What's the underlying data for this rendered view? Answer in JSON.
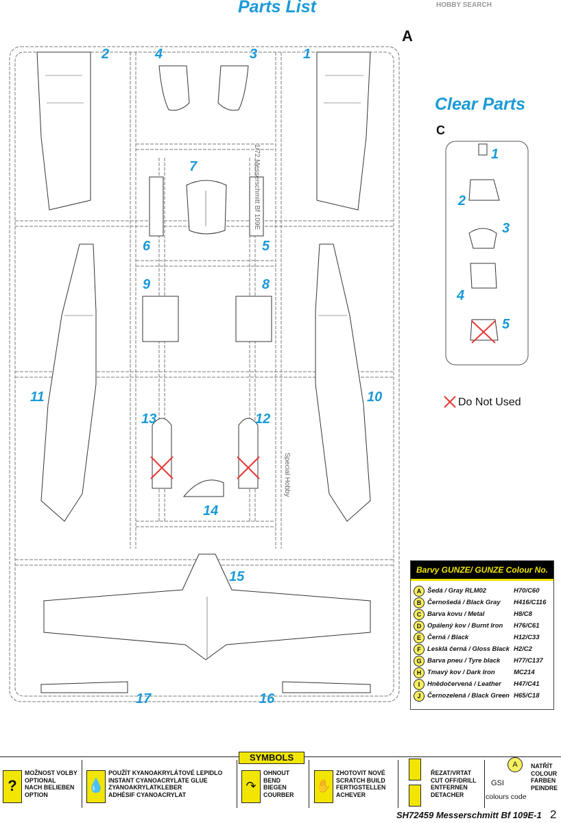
{
  "header": {
    "title": "Parts List",
    "watermark": "HOBBY SEARCH"
  },
  "sprue_a": {
    "letter": "A",
    "side_text_1": "1/72 Messerschmitt Bf 109E",
    "side_text_2": "Special Hobby",
    "part_numbers": [
      "1",
      "2",
      "3",
      "4",
      "5",
      "6",
      "7",
      "8",
      "9",
      "10",
      "11",
      "12",
      "13",
      "14",
      "15",
      "16",
      "17"
    ]
  },
  "clear_parts": {
    "title": "Clear Parts",
    "letter": "C",
    "part_numbers": [
      "1",
      "2",
      "3",
      "4",
      "5"
    ]
  },
  "legend": {
    "do_not_used": "Do Not Used"
  },
  "colour_table": {
    "header": "Barvy GUNZE/ GUNZE Colour No.",
    "rows": [
      {
        "key": "A",
        "name": "Šedá / Gray RLM02",
        "code": "H70/C60"
      },
      {
        "key": "B",
        "name": "Černošedá / Black Gray",
        "code": "H416/C116"
      },
      {
        "key": "C",
        "name": "Barva kovu / Metal",
        "code": "H8/C8"
      },
      {
        "key": "D",
        "name": "Opálený kov / Burnt Iron",
        "code": "H76/C61"
      },
      {
        "key": "E",
        "name": "Černá / Black",
        "code": "H12/C33"
      },
      {
        "key": "F",
        "name": "Lesklá černá / Gloss Black",
        "code": "H2/C2"
      },
      {
        "key": "G",
        "name": "Barva pneu / Tyre black",
        "code": "H77/C137"
      },
      {
        "key": "H",
        "name": "Tmavý kov / Dark Iron",
        "code": "MC214"
      },
      {
        "key": "I",
        "name": "Hnědočervená / Leather",
        "code": "H47/C41"
      },
      {
        "key": "J",
        "name": "Černozelená / Black Green",
        "code": "H65/C18"
      }
    ]
  },
  "symbols": {
    "header": "SYMBOLS",
    "items": [
      {
        "lines": [
          "MOŽNOST VOLBY",
          "OPTIONAL",
          "NACH BELIEBEN",
          "OPTION"
        ]
      },
      {
        "lines": [
          "POUŽÍT KYANOAKRYLÁTOVÉ LEPIDLO",
          "INSTANT CYANOACRYLATE GLUE",
          "ZYANOAKRYLATKLEBER",
          "ADHÉSIF CYANOACRYLAT"
        ]
      },
      {
        "lines": [
          "OHNOUT",
          "BEND",
          "BIEGEN",
          "COURBER"
        ]
      },
      {
        "lines": [
          "ZHOTOVIT NOVÉ",
          "SCRATCH BUILD",
          "FERTIGSTELLEN",
          "ACHEVER"
        ]
      },
      {
        "lines": [
          "ŘEZAT/VRTAT",
          "CUT OFF/DRILL",
          "ENTFERNEN",
          "DETACHER"
        ]
      },
      {
        "lines": [
          "NATŘÍT",
          "COLOUR",
          "FARBEN",
          "PEINDRE"
        ]
      }
    ],
    "gsi_label": "GSI",
    "gsi_sub": "colours code"
  },
  "footer": {
    "text": "SH72459 Messerschmitt Bf 109E-1",
    "page": "2"
  },
  "colors": {
    "accent": "#1a9ad6",
    "yellow": "#f2e600",
    "cross": "#e53935"
  }
}
